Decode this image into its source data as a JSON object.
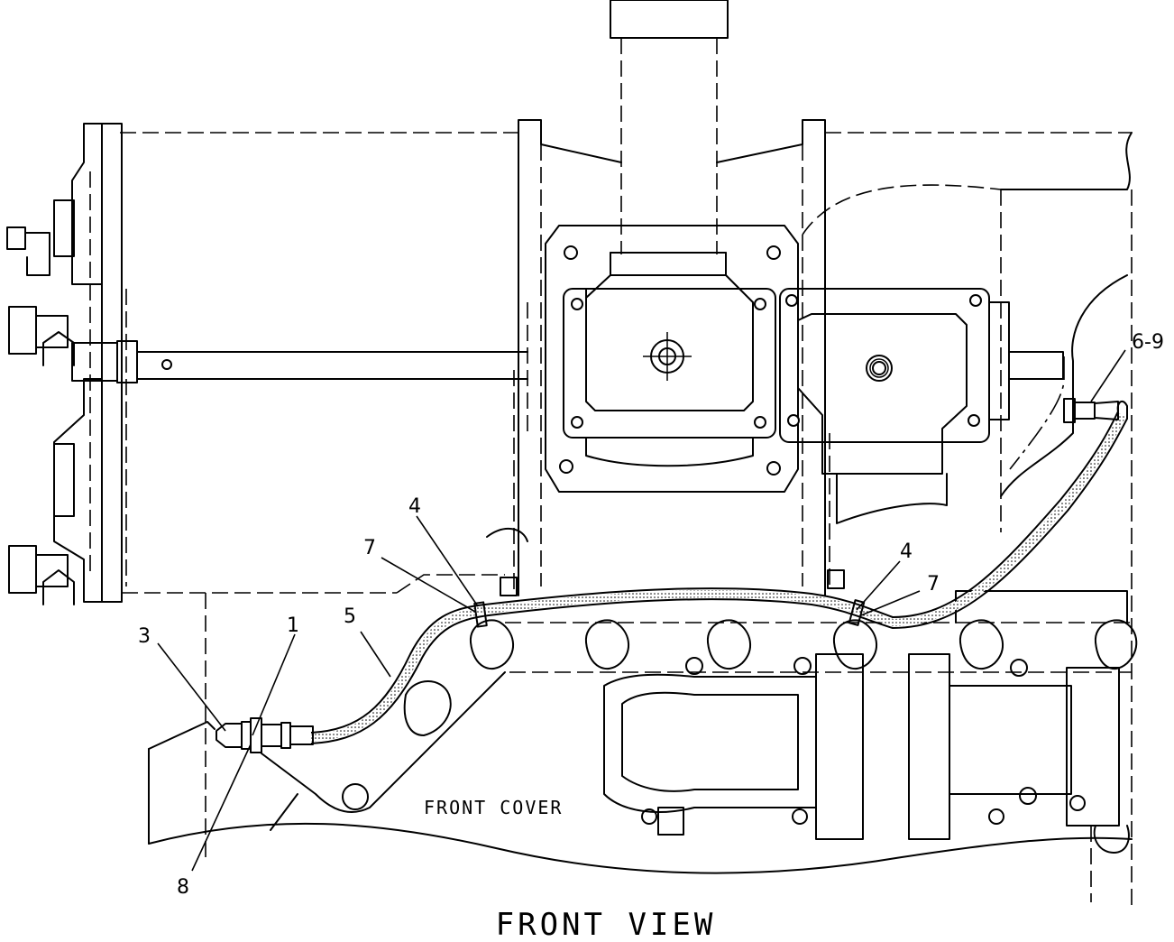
{
  "view_title": "FRONT VIEW",
  "part_label": "FRONT COVER",
  "callouts": {
    "c1": "1",
    "c3": "3",
    "c4a": "4",
    "c4b": "4",
    "c5": "5",
    "c69": "6-9",
    "c7a": "7",
    "c7b": "7",
    "c8": "8"
  }
}
